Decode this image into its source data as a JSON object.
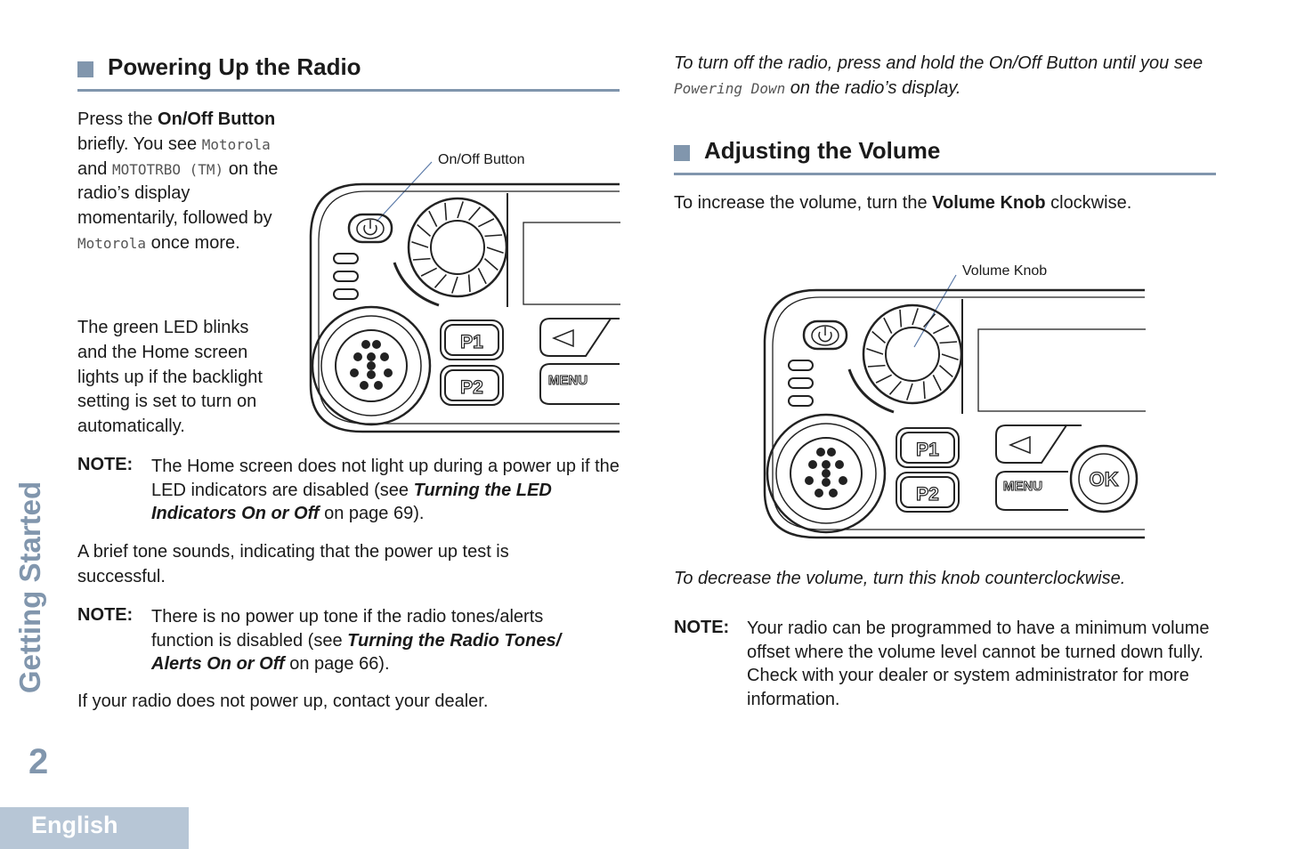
{
  "left": {
    "heading": "Powering Up the Radio",
    "intro": {
      "t1": "Press the ",
      "b1": "On/Off Button",
      "t2": " briefly. You see ",
      "m1": "Motorola",
      "t3": " and ",
      "m2": "MOTOTRBO (TM)",
      "t4": " on the radio’s display momentarily, followed by ",
      "m3": "Motorola",
      "t5": " once more."
    },
    "para2": "The green LED blinks and the Home screen lights up if the backlight setting is set to turn on automatically.",
    "figure": {
      "callout": "On/Off Button",
      "p1": "P1",
      "p2": "P2",
      "menu": "MENU"
    },
    "note1": {
      "label": "NOTE:",
      "t1": "The Home screen does not light up during a power up if the LED indicators are disabled (see ",
      "b1": "Turning the LED Indicators On or Off",
      "t2": " on page 69)."
    },
    "para3": "A brief tone sounds, indicating that the power up test is successful.",
    "note2": {
      "label": "NOTE:",
      "t1": "There is no power up tone if the radio tones/alerts function is disabled (see ",
      "b1": "Turning the Radio Tones/ Alerts On or Off",
      "t2": " on page 66)."
    },
    "para4": "If your radio does not power up, contact your dealer."
  },
  "right": {
    "off": {
      "t1": "To turn off the radio, press and hold the On/Off Button until you see ",
      "m1": "Powering Down",
      "t2": " on the radio’s display."
    },
    "heading": "Adjusting the Volume",
    "increase": {
      "t1": "To increase the volume, turn the ",
      "b1": "Volume Knob",
      "t2": " clockwise."
    },
    "figure": {
      "callout": "Volume Knob",
      "p1": "P1",
      "p2": "P2",
      "menu": "MENU",
      "ok": "OK"
    },
    "decrease": "To decrease the volume, turn this knob counterclockwise.",
    "note": {
      "label": "NOTE:",
      "text": "Your radio can be programmed to have a minimum volume offset where the volume level cannot be turned down fully. Check with your dealer or system administrator for more information."
    }
  },
  "side_tab": "Getting Started",
  "page_number": "2",
  "language_tab": "English",
  "colors": {
    "accent": "#8196ad",
    "tab_bg": "#b7c6d6"
  }
}
